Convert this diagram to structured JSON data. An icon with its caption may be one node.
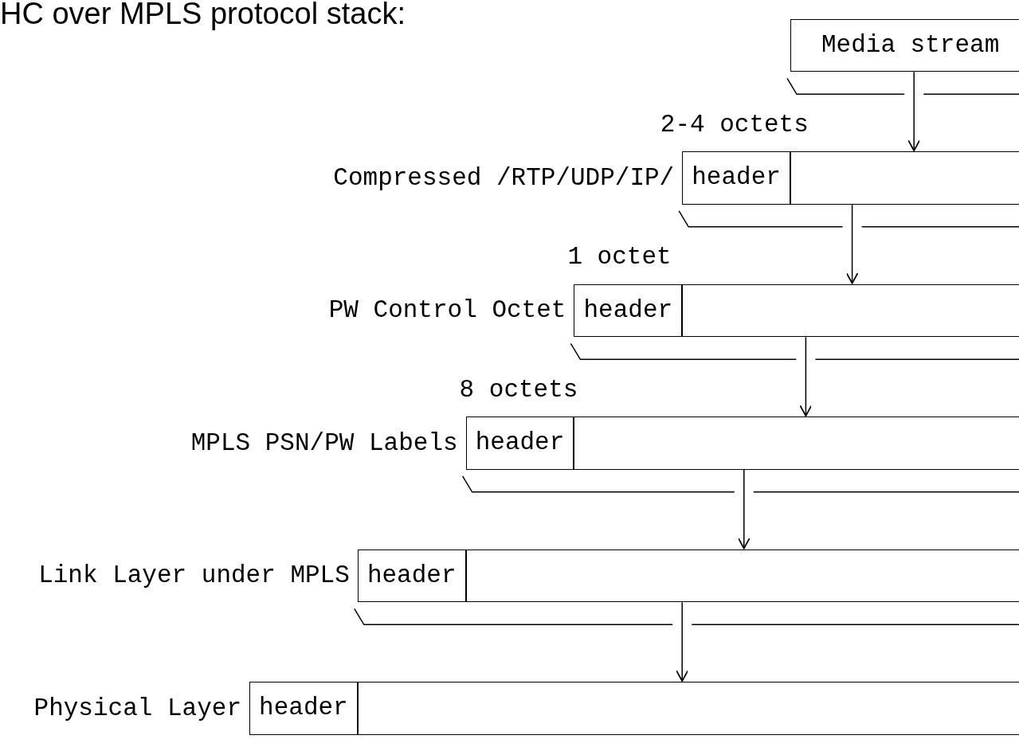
{
  "diagram": {
    "title": "HC over MPLS protocol stack:",
    "nodes": [
      {
        "text": [
          "Media stream"
        ]
      },
      {
        "text": [
          "header"
        ],
        "beside": [
          "Compressed /RTP/UDP/IP/",
          "2-4 octets"
        ]
      },
      {
        "text": [],
        "shape": "box"
      },
      {
        "text": [
          "header"
        ],
        "beside": [
          "PW Control Octet",
          "1 octet"
        ]
      },
      {
        "text": [],
        "shape": "box"
      },
      {
        "text": [
          "header"
        ],
        "beside": [
          "MPLS PSN/PW Labels",
          "8 octets"
        ]
      },
      {
        "text": [],
        "shape": "box"
      },
      {
        "text": [
          "header"
        ],
        "beside": [
          "Link Layer under MPLS"
        ]
      },
      {
        "text": [],
        "shape": "box"
      },
      {
        "text": [
          "header"
        ],
        "beside": [
          "Physical Layer"
        ]
      },
      {
        "text": [],
        "shape": "box"
      }
    ],
    "edges": [
      {
        "from": 0,
        "to": 2,
        "arrow": "to"
      },
      {
        "from": 2,
        "to": 4,
        "arrow": "to"
      },
      {
        "from": 4,
        "to": 6,
        "arrow": "to"
      },
      {
        "from": 6,
        "to": 8,
        "arrow": "to"
      },
      {
        "from": 8,
        "to": 10,
        "arrow": "to"
      }
    ]
  }
}
